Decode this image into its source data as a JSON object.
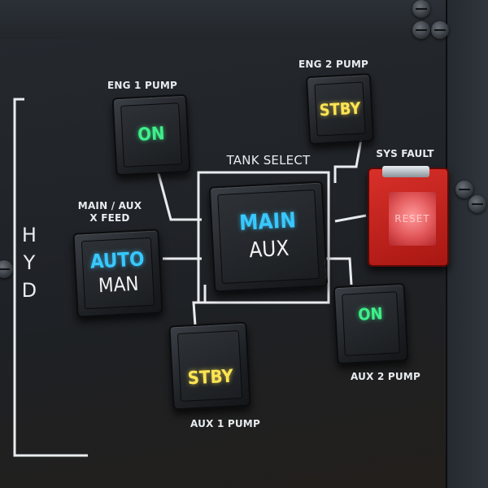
{
  "panel": {
    "name_letters": [
      "H",
      "Y",
      "D"
    ]
  },
  "eng1_pump": {
    "label": "ENG 1 PUMP",
    "legend": "ON"
  },
  "eng2_pump": {
    "label": "ENG 2 PUMP",
    "legend": "STBY"
  },
  "tank_select": {
    "label": "TANK SELECT",
    "legend_top": "MAIN",
    "legend_bottom": "AUX"
  },
  "crossfeed": {
    "label_line1": "MAIN / AUX",
    "label_line2": "X FEED",
    "legend_top": "AUTO",
    "legend_bottom": "MAN"
  },
  "sys_fault": {
    "label": "SYS FAULT",
    "reset_label": "RESET"
  },
  "aux1_pump": {
    "label": "AUX 1 PUMP",
    "legend": "STBY"
  },
  "aux2_pump": {
    "label": "AUX 2 PUMP",
    "legend": "ON"
  },
  "colors": {
    "on_green": "#3ef08a",
    "stby_yellow": "#ffe552",
    "select_cyan": "#38c8ff",
    "fault_red": "#d9302a"
  }
}
